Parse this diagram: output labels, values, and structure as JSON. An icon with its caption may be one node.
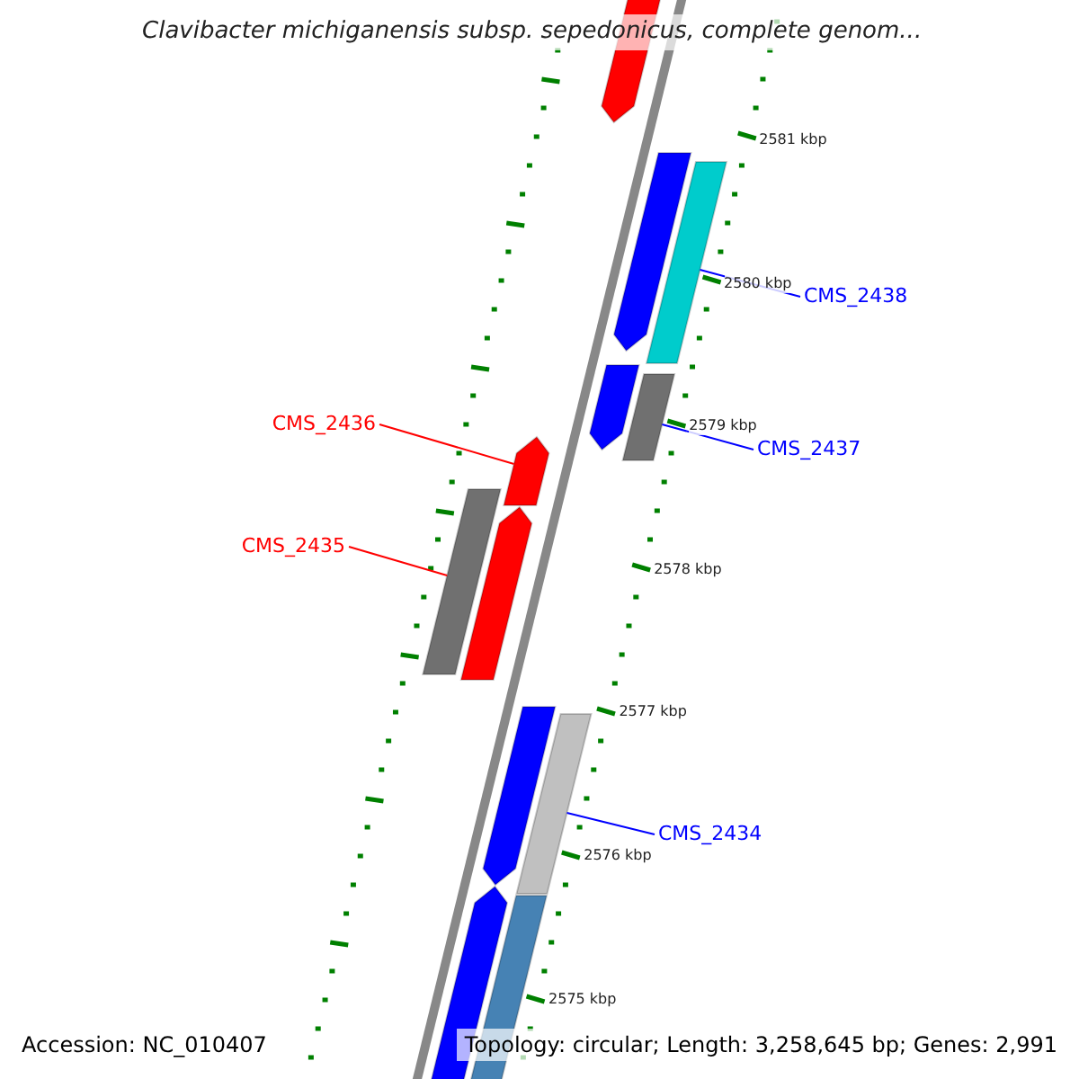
{
  "diagram": {
    "title": "Clavibacter michiganensis subsp. sepedonicus, complete genom...",
    "nodes": [
      {
        "text": [],
        "shape": "arrow"
      },
      {
        "text": [],
        "shape": "arrow"
      },
      {
        "text": [],
        "shape": "bar"
      },
      {
        "text": [],
        "shape": "arrow"
      },
      {
        "text": [],
        "shape": "bar"
      },
      {
        "text": [],
        "shape": "arrow"
      },
      {
        "text": [],
        "shape": "bar"
      },
      {
        "text": [],
        "shape": "arrow"
      },
      {
        "text": [],
        "shape": "arrow"
      },
      {
        "text": [],
        "shape": "bar"
      },
      {
        "text": [],
        "shape": "arrow"
      },
      {
        "text": [],
        "shape": "bar"
      },
      {
        "text": [
          "CMS_2438"
        ]
      },
      {
        "text": [
          "CMS_2436"
        ]
      },
      {
        "text": [
          "CMS_2437"
        ]
      },
      {
        "text": [
          "CMS_2435"
        ]
      },
      {
        "text": [
          "CMS_2434"
        ]
      }
    ],
    "edges": [
      {
        "from": 12,
        "to": 2,
        "arrow": "none"
      },
      {
        "from": 13,
        "to": 5,
        "arrow": "none",
        "color": "#ff0000"
      },
      {
        "from": 14,
        "to": 4,
        "arrow": "none"
      },
      {
        "from": 15,
        "to": 6,
        "arrow": "none",
        "color": "#ff0000"
      },
      {
        "from": 16,
        "to": 9,
        "arrow": "none"
      }
    ],
    "labels": [
      "2581 kbp",
      "2580 kbp",
      "2579 kbp",
      "2578 kbp",
      "2577 kbp",
      "2576 kbp",
      "2575 kbp",
      "Accession: NC_010407",
      "Topology: circular; Length: 3,258,645 bp; Genes: 2,991"
    ]
  }
}
